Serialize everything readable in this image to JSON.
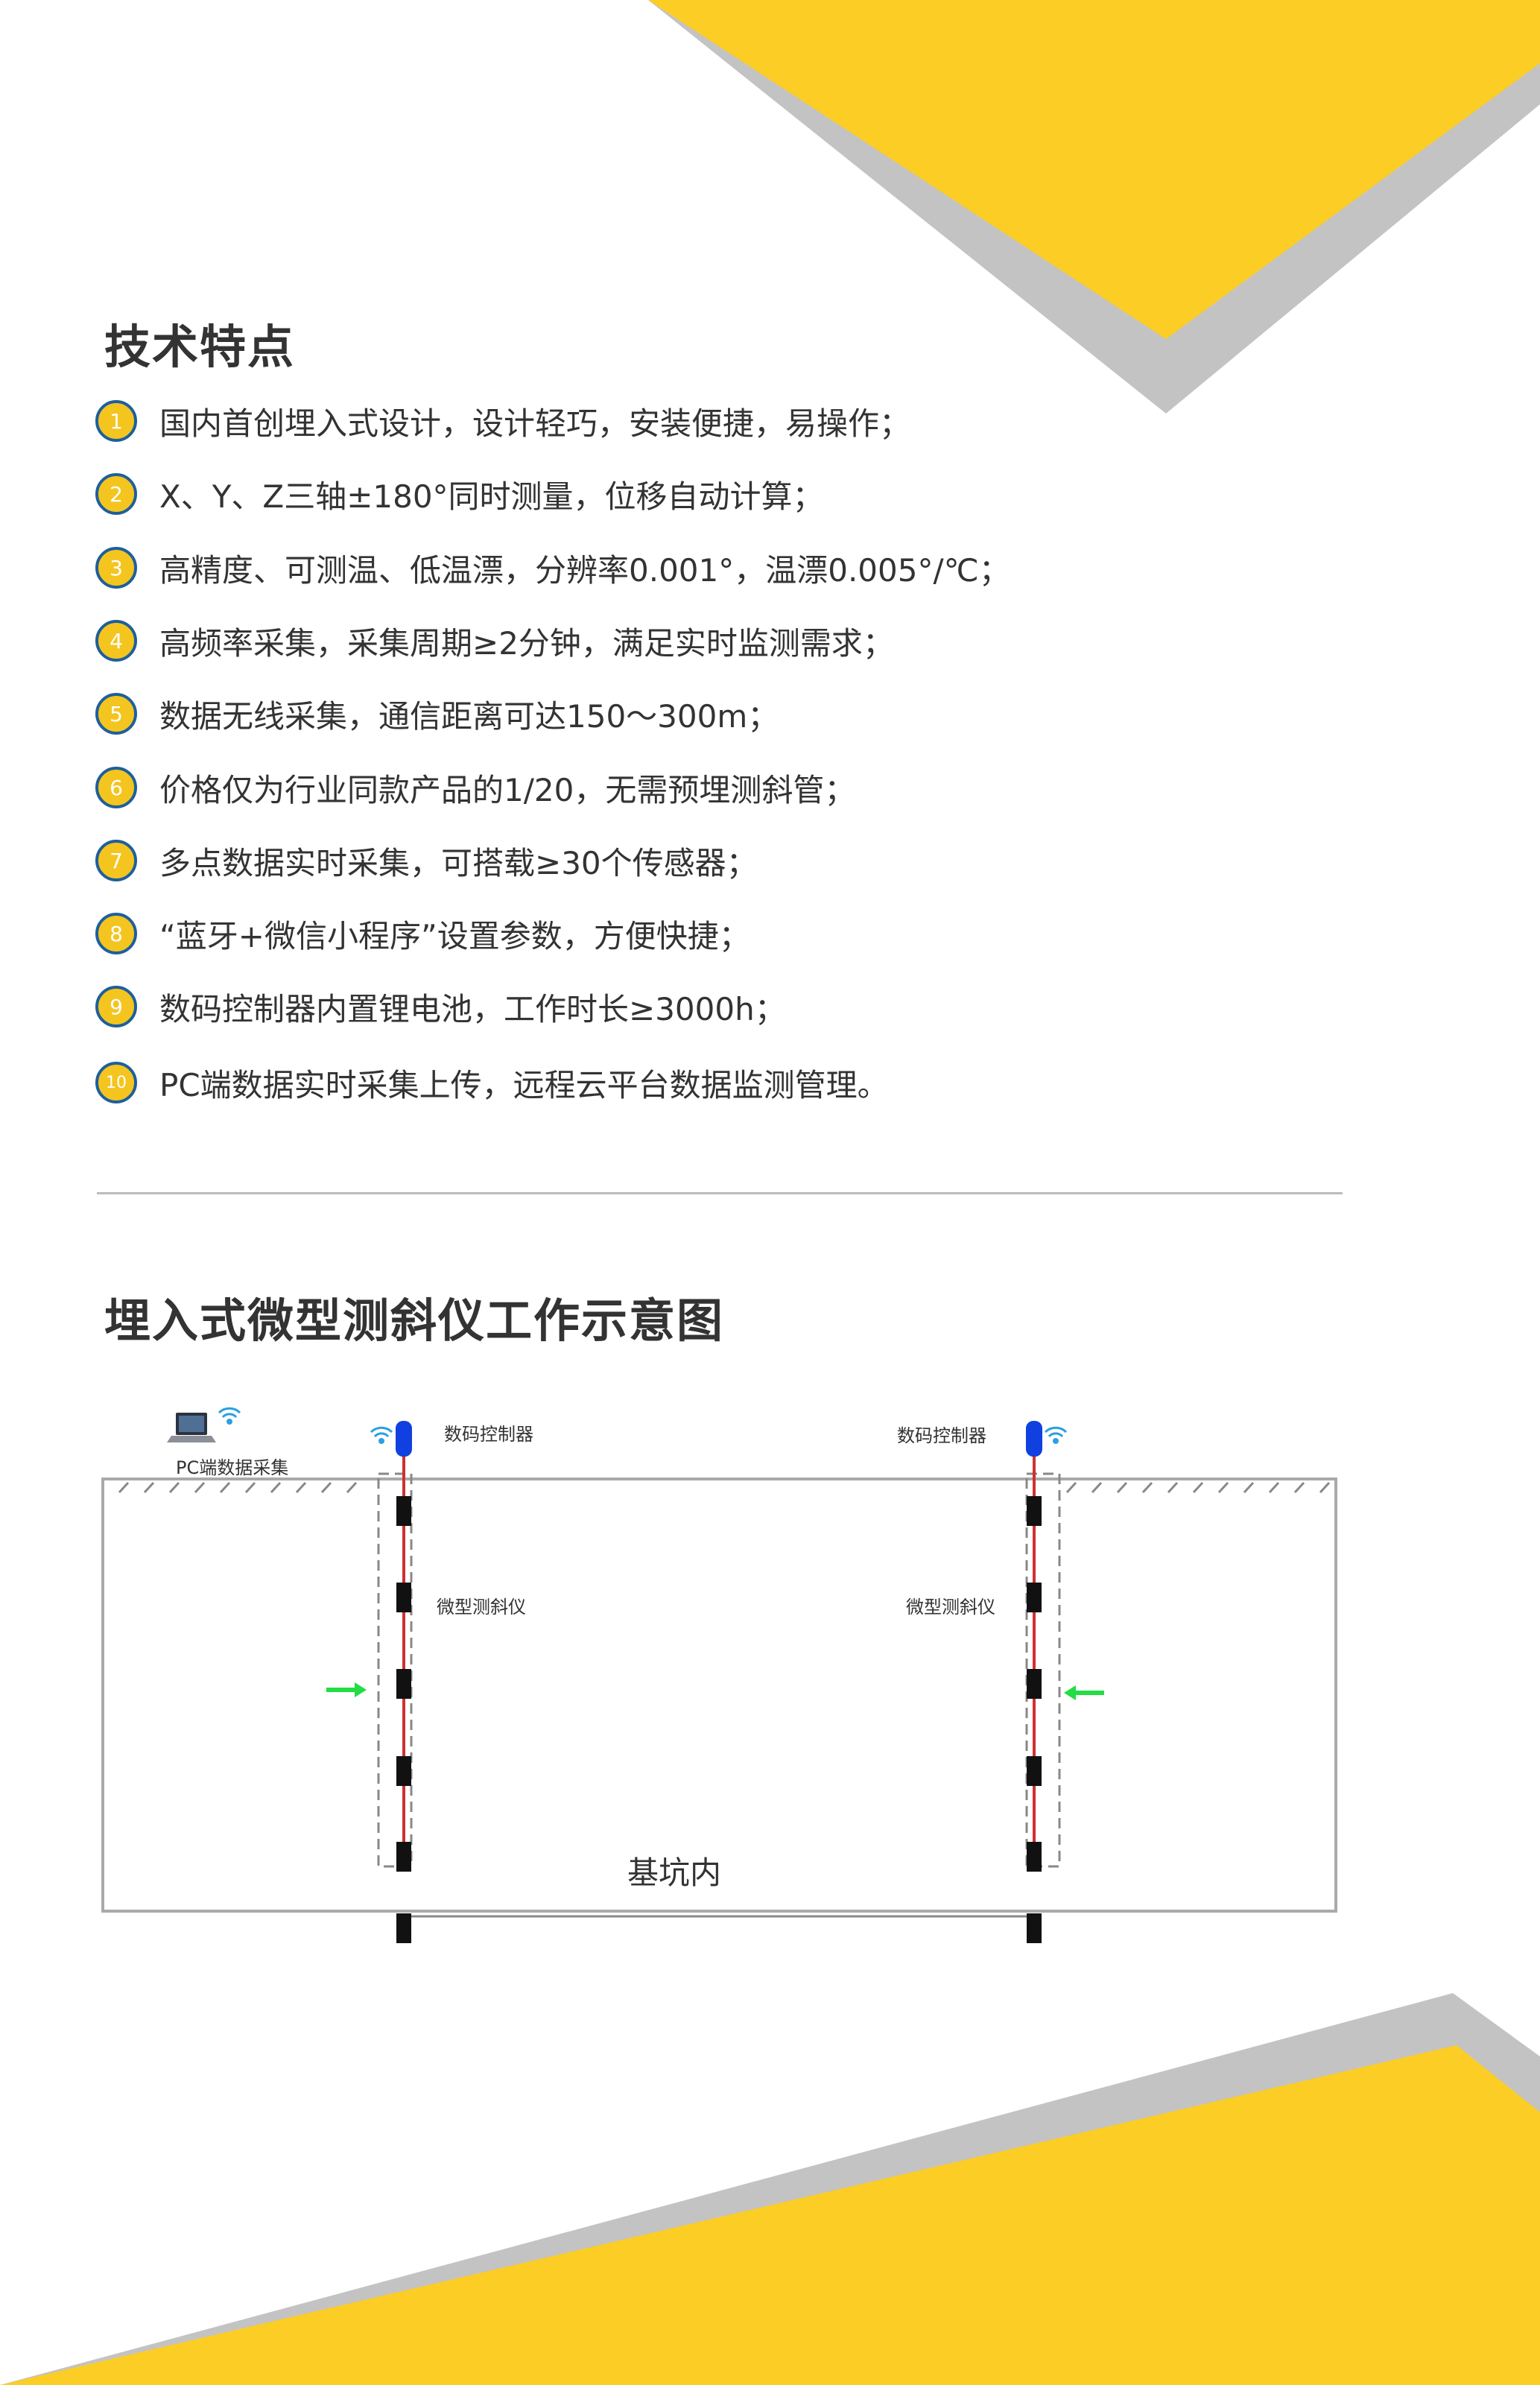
{
  "features_title": "技术特点",
  "features": [
    {
      "num": "1",
      "text": "国内首创埋入式设计，设计轻巧，安装便捷，易操作；"
    },
    {
      "num": "2",
      "text": "X、Y、Z三轴±180°同时测量，位移自动计算；"
    },
    {
      "num": "3",
      "text": "高精度、可测温、低温漂，分辨率0.001°，温漂0.005°/℃；"
    },
    {
      "num": "4",
      "text": "高频率采集，采集周期≥2分钟，满足实时监测需求；"
    },
    {
      "num": "5",
      "text": "数据无线采集，通信距离可达150～300m；"
    },
    {
      "num": "6",
      "text": "价格仅为行业同款产品的1/20，无需预埋测斜管；"
    },
    {
      "num": "7",
      "text": "多点数据实时采集，可搭载≥30个传感器；"
    },
    {
      "num": "8",
      "text": "“蓝牙+微信小程序”设置参数，方便快捷；"
    },
    {
      "num": "9",
      "text": "数码控制器内置锂电池，工作时长≥3000h；"
    },
    {
      "num": "10",
      "text": "PC端数据实时采集上传，远程云平台数据监测管理。"
    }
  ],
  "diagram_title": "埋入式微型测斜仪工作示意图",
  "diagram": {
    "pc_label": "PC端数据采集",
    "left_controller_label": "数码控制器",
    "right_controller_label": "数码控制器",
    "left_sensor_label": "微型测斜仪",
    "right_sensor_label": "微型测斜仪",
    "pit_label": "基坑内"
  },
  "colors": {
    "accent_yellow": "#fccd24",
    "accent_gray": "#c3c3c3",
    "number_border": "#1e5f9c",
    "arrow_green": "#22dd44",
    "controller_blue": "#1040e0",
    "cable_red": "#d03030"
  }
}
